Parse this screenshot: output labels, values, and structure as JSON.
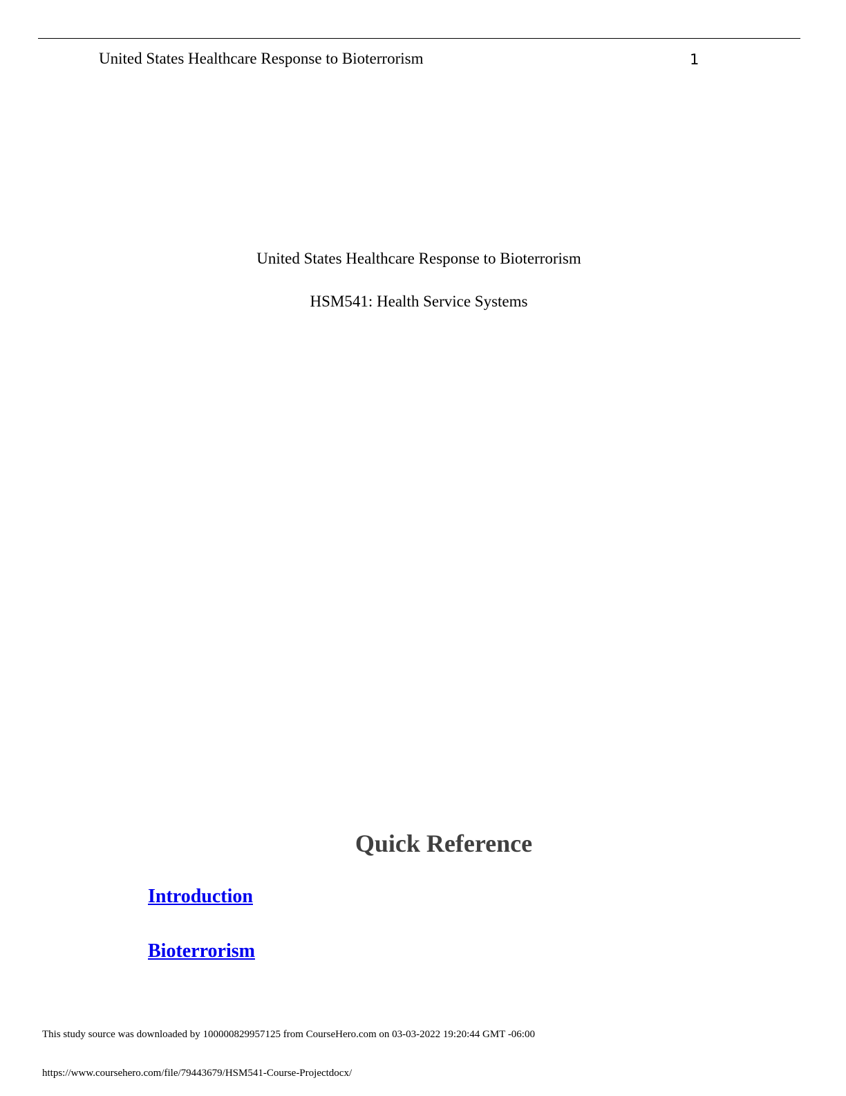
{
  "header": {
    "running_title": "United States Healthcare Response to Bioterrorism",
    "page_number": "1"
  },
  "title_page": {
    "title": "United States Healthcare Response to Bioterrorism",
    "course": "HSM541: Health Service Systems"
  },
  "quick_reference": {
    "heading": "Quick Reference",
    "links": [
      "Introduction",
      "Bioterrorism"
    ]
  },
  "footer": {
    "download_notice": "This study source was downloaded by 100000829957125 from CourseHero.com on 03-03-2022 19:20:44 GMT -06:00",
    "url": "https://www.coursehero.com/file/79443679/HSM541-Course-Projectdocx/"
  }
}
